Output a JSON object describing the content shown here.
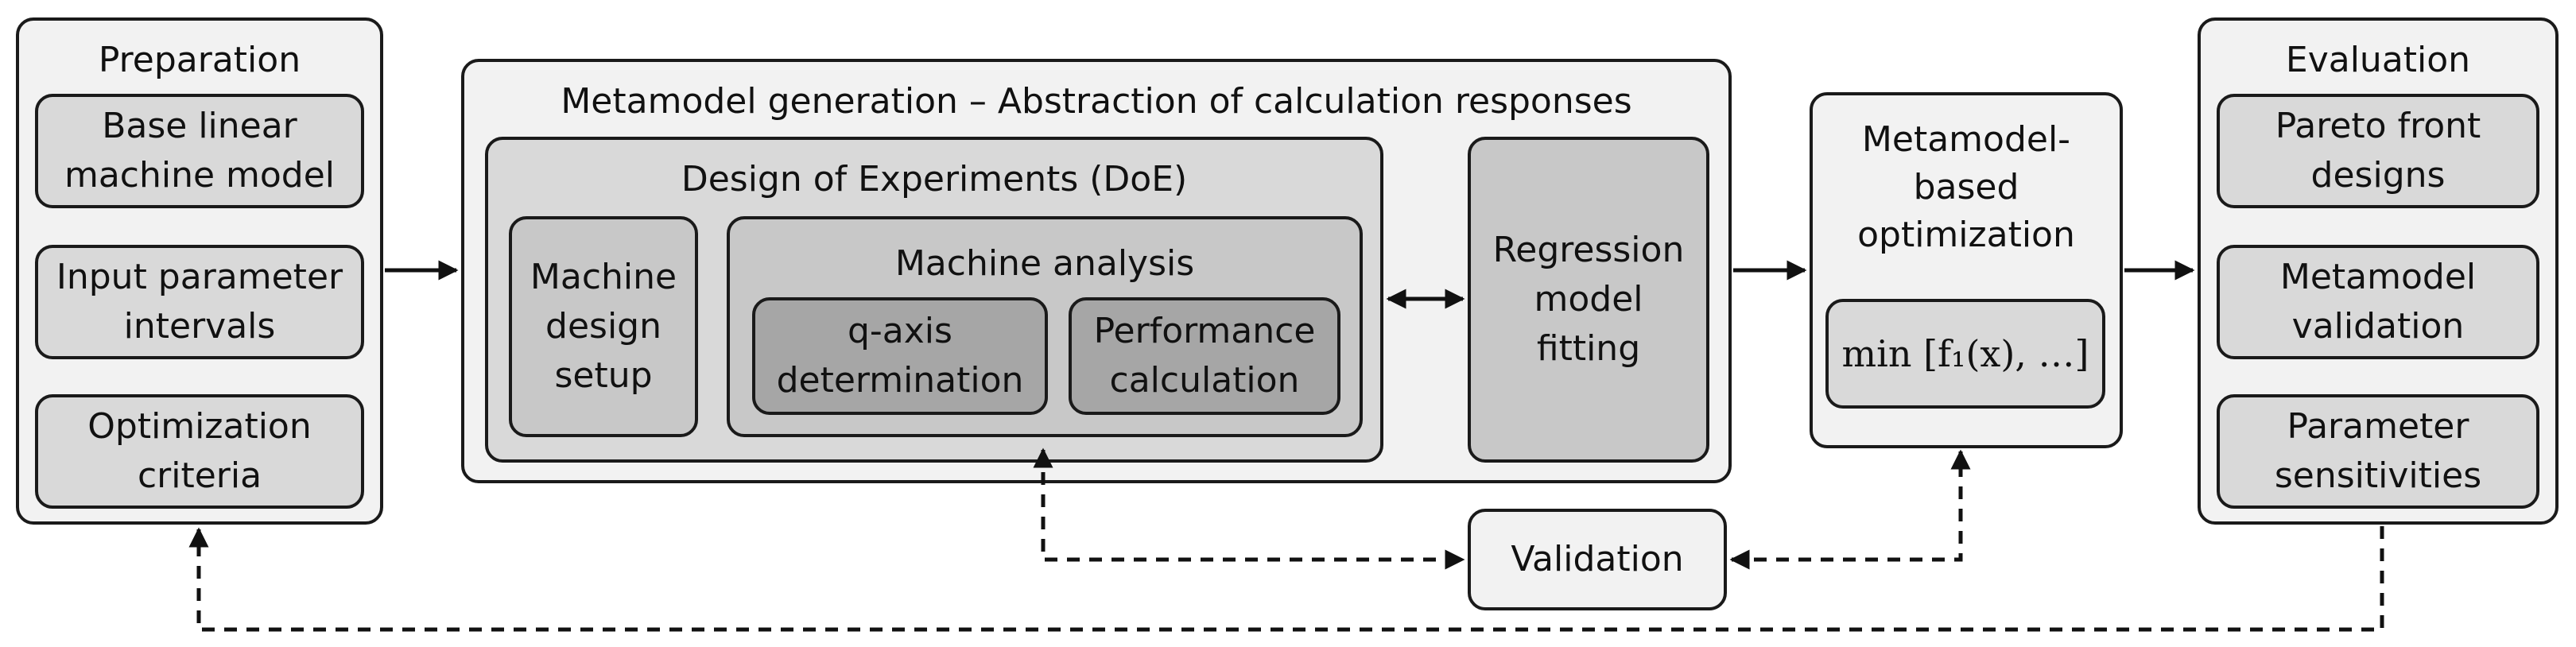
{
  "preparation": {
    "title": "Preparation",
    "items": [
      "Base linear\nmachine model",
      "Input parameter\nintervals",
      "Optimization\ncriteria"
    ]
  },
  "metamodel_generation": {
    "title": "Metamodel generation – Abstraction of calculation responses",
    "doe": {
      "title": "Design of Experiments (DoE)",
      "setup": "Machine\ndesign\nsetup",
      "analysis": {
        "title": "Machine analysis",
        "q_axis": "q-axis\ndetermination",
        "performance": "Performance\ncalculation"
      }
    },
    "regression": "Regression\nmodel\nfitting"
  },
  "optimization": {
    "title": "Metamodel-\nbased\noptimization",
    "formula": "min [f₁(x), …]"
  },
  "evaluation": {
    "title": "Evaluation",
    "items": [
      "Pareto front\ndesigns",
      "Metamodel\nvalidation",
      "Parameter\nsensitivities"
    ]
  },
  "validation": "Validation"
}
